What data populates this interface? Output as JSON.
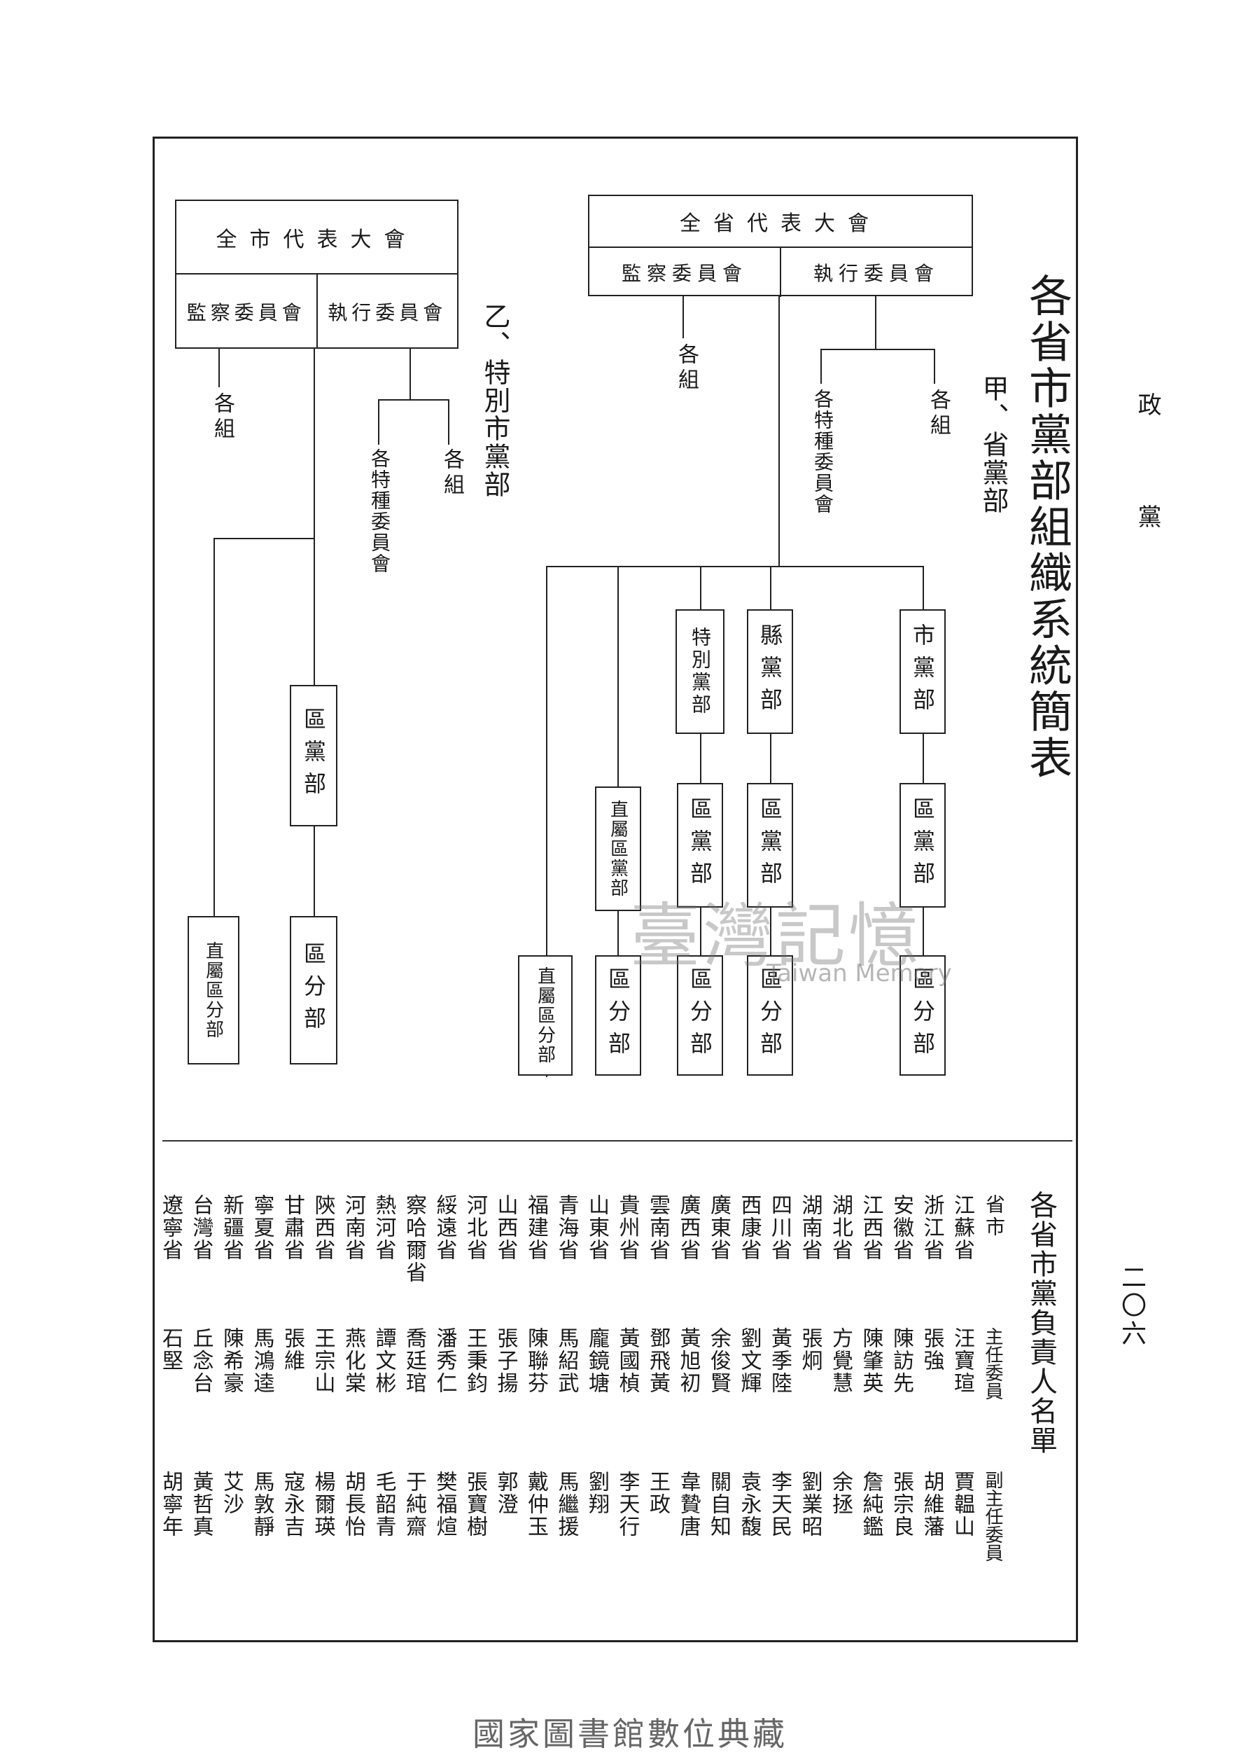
{
  "margin": {
    "top_char": "政",
    "bottom_char": "黨"
  },
  "page_number": "二〇六",
  "chart_title": "各省市黨部組織系統簡表",
  "section_a": {
    "title": "甲、省黨部",
    "congress": "全省代表大會",
    "exec_committee": "執行委員會",
    "supervisory_committee": "監察委員會",
    "exec_groups": "各組",
    "special_committees": "各特種委員會",
    "sup_groups": "各組",
    "children": [
      {
        "name": "市黨部",
        "district": "區黨部",
        "sub": "區分部"
      },
      {
        "name": "縣黨部",
        "district": "區黨部",
        "sub": "區分部"
      },
      {
        "name": "特別黨部",
        "district": "區黨部",
        "sub": "區分部"
      },
      {
        "name": "直屬區黨部",
        "sub": "區分部"
      },
      {
        "name": "直屬區分部"
      }
    ]
  },
  "section_b": {
    "title": "乙、特別市黨部",
    "congress": "全市代表大會",
    "exec_committee": "執行委員會",
    "supervisory_committee": "監察委員會",
    "exec_groups": "各組",
    "special_committees": "各特種委員會",
    "sup_groups": "各組",
    "district": "區黨部",
    "sub": "區分部",
    "direct_sub": "直屬區分部"
  },
  "roster": {
    "title": "各省市黨負責人名單",
    "headers": {
      "region": "省市",
      "chair": "主任委員",
      "vice": "副主任委員"
    },
    "rows": [
      {
        "region": "江蘇省",
        "chair": "汪寶瑄",
        "vice": "賈韞山"
      },
      {
        "region": "浙江省",
        "chair": "張強",
        "vice": "胡維藩"
      },
      {
        "region": "安徽省",
        "chair": "陳訪先",
        "vice": "張宗良"
      },
      {
        "region": "江西省",
        "chair": "陳肇英",
        "vice": "詹純鑑"
      },
      {
        "region": "湖北省",
        "chair": "方覺慧",
        "vice": "余拯"
      },
      {
        "region": "湖南省",
        "chair": "張炯",
        "vice": "劉業昭"
      },
      {
        "region": "四川省",
        "chair": "黃季陸",
        "vice": "李天民"
      },
      {
        "region": "西康省",
        "chair": "劉文輝",
        "vice": "袁永馥"
      },
      {
        "region": "廣東省",
        "chair": "余俊賢",
        "vice": "關自知"
      },
      {
        "region": "廣西省",
        "chair": "黃旭初",
        "vice": "韋贄唐"
      },
      {
        "region": "雲南省",
        "chair": "鄧飛黃",
        "vice": "王政"
      },
      {
        "region": "貴州省",
        "chair": "黃國楨",
        "vice": "李天行"
      },
      {
        "region": "山東省",
        "chair": "龐鏡塘",
        "vice": "劉翔"
      },
      {
        "region": "青海省",
        "chair": "馬紹武",
        "vice": "馬繼援"
      },
      {
        "region": "福建省",
        "chair": "陳聯芬",
        "vice": "戴仲玉"
      },
      {
        "region": "山西省",
        "chair": "張子揚",
        "vice": "郭澄"
      },
      {
        "region": "河北省",
        "chair": "王秉鈞",
        "vice": "張寶樹"
      },
      {
        "region": "綏遠省",
        "chair": "潘秀仁",
        "vice": "樊福煊"
      },
      {
        "region": "察哈爾省",
        "chair": "喬廷琯",
        "vice": "于純齋"
      },
      {
        "region": "熱河省",
        "chair": "譚文彬",
        "vice": "毛韶青"
      },
      {
        "region": "河南省",
        "chair": "燕化棠",
        "vice": "胡長怡"
      },
      {
        "region": "陝西省",
        "chair": "王宗山",
        "vice": "楊爾瑛"
      },
      {
        "region": "甘肅省",
        "chair": "張維",
        "vice": "寇永吉"
      },
      {
        "region": "寧夏省",
        "chair": "馬鴻逵",
        "vice": "馬敦靜"
      },
      {
        "region": "新疆省",
        "chair": "陳希豪",
        "vice": "艾沙"
      },
      {
        "region": "台灣省",
        "chair": "丘念台",
        "vice": "黃哲真"
      },
      {
        "region": "遼寧省",
        "chair": "石堅",
        "vice": "胡寧年"
      }
    ]
  },
  "watermark": {
    "cn": "臺灣記憶",
    "en": "Taiwan Memory"
  },
  "footer": "國家圖書館數位典藏"
}
